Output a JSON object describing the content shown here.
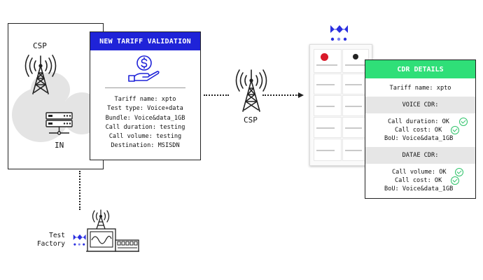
{
  "network": {
    "csp_label": "CSP",
    "in_label": "IN"
  },
  "tariff_card": {
    "title": "NEW TARIFF VALIDATION",
    "icon": "money-hand-icon",
    "lines": [
      "Tariff name: xpto",
      "Test type: Voice+data",
      "Bundle: Voice&data_1GB",
      "Call duration: testing",
      "Call volume: testing",
      "Destination: MSISDN"
    ]
  },
  "middle": {
    "csp_label": "CSP"
  },
  "cdr_card": {
    "title": "CDR DETAILS",
    "tariff_name": "Tariff name: xpto",
    "voice_heading": "VOICE CDR:",
    "voice_lines": [
      "Call duration: OK",
      "Call cost: OK",
      "BoU: Voice&data_1GB"
    ],
    "data_heading": "DATAE CDR:",
    "data_lines": [
      "Call volume: OK",
      "Call cost: OK",
      "BoU: Voice&data_1GB"
    ]
  },
  "test_factory": {
    "label_line1": "Test",
    "label_line2": "Factory"
  },
  "colors": {
    "tariff_header": "#1f23d8",
    "cdr_header": "#2fdf78",
    "check": "#2fc36a",
    "logo": "#2a2fe0"
  }
}
